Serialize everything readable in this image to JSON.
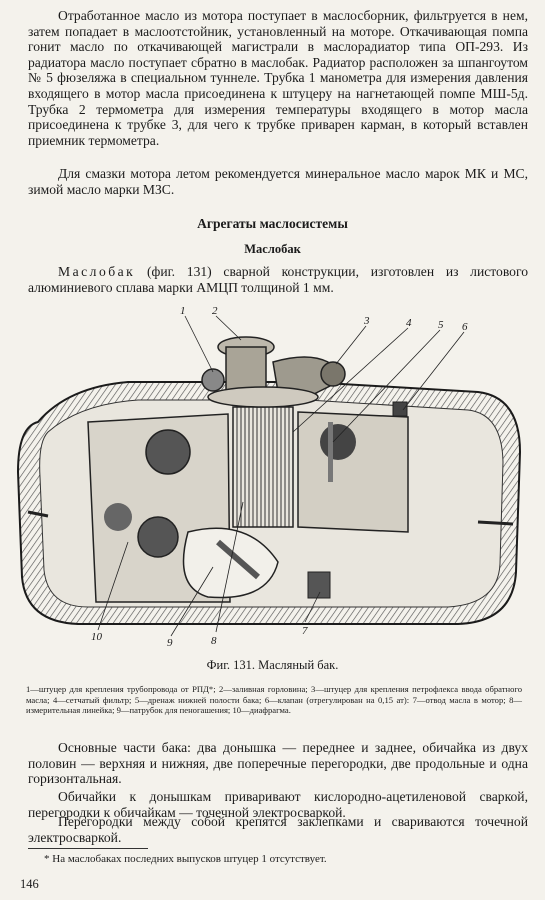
{
  "paragraphs": {
    "p1": "Отработанное масло из мотора поступает в маслосборник, фильтруется в нем, затем попадает в маслоотстойник, установленный на моторе. Откачивающая помпа гонит масло по откачивающей магистрали в маслорадиатор типа ОП-293. Из радиатора масло поступает сбратно в маслобак. Радиатор расположен за шпангоутом № 5 фюзеляжа в специальном туннеле. Трубка 1 манометра для измерения давления входящего в мотор масла присоединена к штуцеру на нагнетающей помпе МШ-5д. Трубка 2 термометра для измерения температуры входящего в мотор масла присоединена к трубке 3, для чего к трубке приварен карман, в который вставлен приемник термометра.",
    "p2": "Для смазки мотора летом рекомендуется минеральное масло марок МК и МС, зимой масло марки МЗС."
  },
  "section_title": "Агрегаты маслосистемы",
  "subsection_title": "Маслобак",
  "intro": {
    "spaced_word": "Маслобак",
    "rest": " (фиг. 131) сварной конструкции, изготовлен из листового алюминиевого сплава марки АМЦП толщиной 1 мм."
  },
  "figure": {
    "callouts": [
      "1",
      "2",
      "3",
      "4",
      "5",
      "6",
      "7",
      "8",
      "9",
      "10"
    ],
    "caption": "Фиг. 131. Масляный бак.",
    "legend": "1—штуцер для крепления трубопровода от РПД*; 2—заливная горловина; 3—штуцер для крепления петрофлекса ввода обратного масла; 4—сетчатый фильтр; 5—дренаж нижней полости бака; 6—клапан (отрегулирован на 0,15 ат): 7—отвод масла в мотор; 8—измерительная линейка; 9—патрубок для пеногашения; 10—диафрагма."
  },
  "body_after": {
    "p3": "Основные части бака: два донышка — переднее и заднее, обичайка из двух половин — верхняя и нижняя, две поперечные перегородки, две продольные и одна горизонтальная.",
    "p4": "Обичайки к донышкам приваривают кислородно-ацетиленовой сваркой, перегородки к обичайкам — точечной электросваркой.",
    "p5": "Перегородки между собой крепятся заклепками и свариваются точечной электросваркой."
  },
  "footnote": "* На маслобаках последних выпусков штуцер 1 отсутствует.",
  "page_number": "146"
}
